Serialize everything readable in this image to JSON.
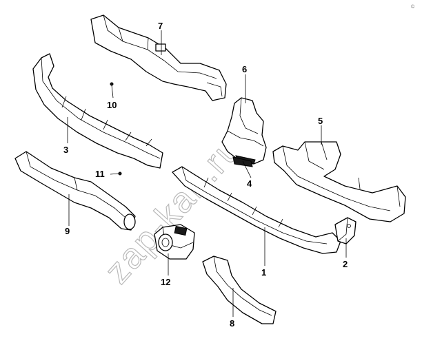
{
  "watermark": "zap-kan.ru",
  "corner_mark": "©",
  "callouts": {
    "c1": "1",
    "c2": "2",
    "c3": "3",
    "c4": "4",
    "c5": "5",
    "c6": "6",
    "c7": "7",
    "c8": "8",
    "c9": "9",
    "c10": "10",
    "c11": "11",
    "c12": "12"
  }
}
